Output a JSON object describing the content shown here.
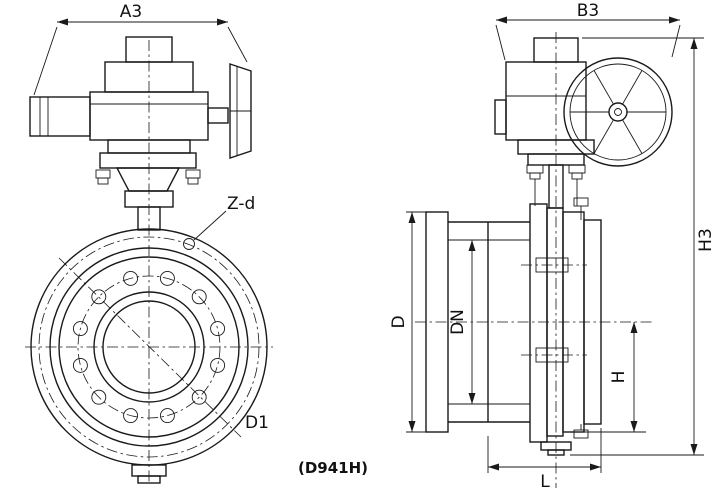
{
  "caption": "(D941H)",
  "dimension_labels": {
    "a3": "A3",
    "b3": "B3",
    "h3": "H3",
    "z_d": "Z-d",
    "d1": "D1",
    "d": "D",
    "dn": "DN",
    "h": "H",
    "l": "L"
  },
  "colors": {
    "line": "#1a1a1a",
    "background": "#ffffff"
  }
}
